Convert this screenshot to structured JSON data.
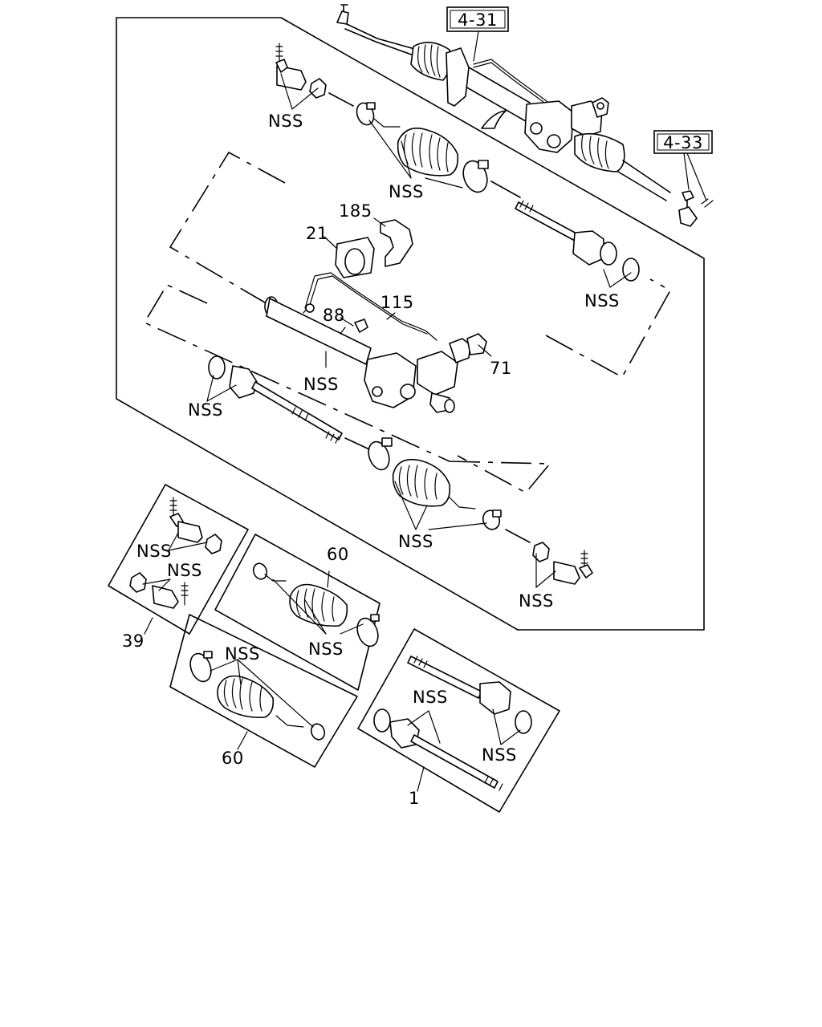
{
  "references": {
    "ref_431": "4-31",
    "ref_433": "4-33"
  },
  "labels": {
    "nss": "NSS",
    "p185": "185",
    "p21": "21",
    "p115": "115",
    "p88": "88",
    "p71": "71",
    "p60a": "60",
    "p60b": "60",
    "p39": "39",
    "p1": "1"
  }
}
